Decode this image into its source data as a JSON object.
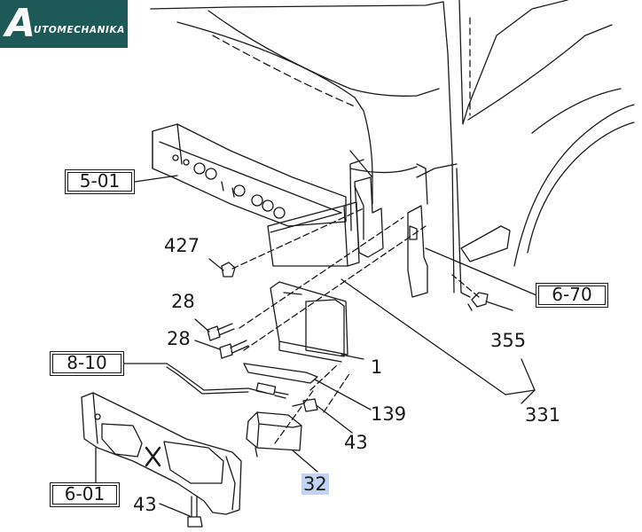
{
  "logo": {
    "initial": "A",
    "text": "UTOMECHANIKA"
  },
  "refs": {
    "r5_01": "5-01",
    "r6_70": "6-70",
    "r8_10": "8-10",
    "r6_01": "6-01"
  },
  "parts": {
    "p427": "427",
    "p28a": "28",
    "p28b": "28",
    "p1": "1",
    "p139": "139",
    "p43a": "43",
    "p43b": "43",
    "p32": "32",
    "p355": "355",
    "p331": "331"
  },
  "highlight_color": "#c3d4f2"
}
